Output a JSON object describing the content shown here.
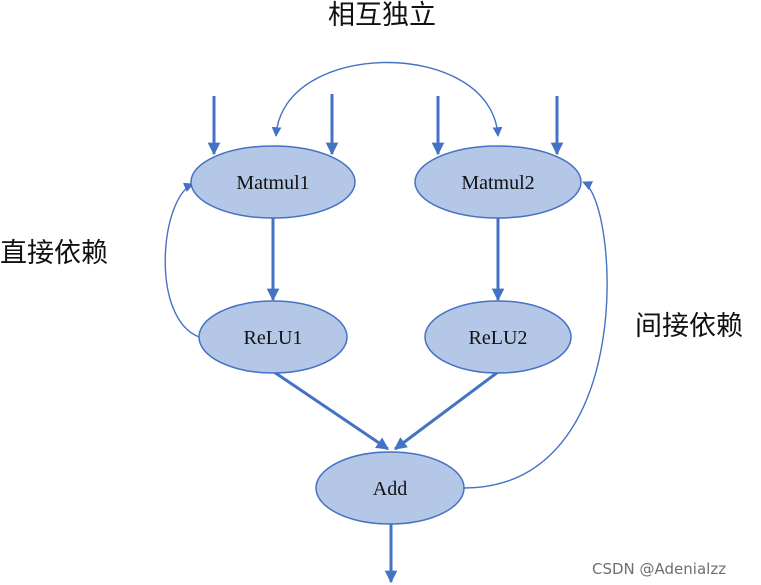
{
  "nodes": {
    "matmul1": "Matmul1",
    "matmul2": "Matmul2",
    "relu1": "ReLU1",
    "relu2": "ReLU2",
    "add": "Add"
  },
  "annotations": {
    "independent": "相互独立",
    "direct_dependency": "直接依赖",
    "indirect_dependency": "间接依赖"
  },
  "watermark": "CSDN @Adenialzz",
  "colors": {
    "node_fill": "#b4c7e7",
    "node_stroke": "#4472c4",
    "edge": "#4472c4"
  }
}
